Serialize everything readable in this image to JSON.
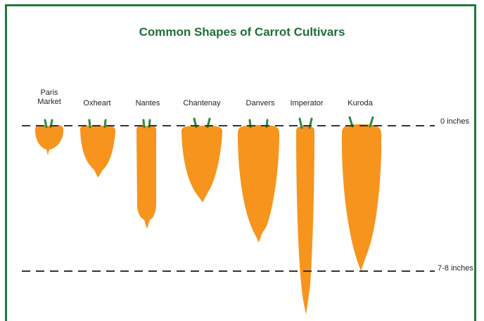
{
  "title": "Common Shapes of Carrot Cultivars",
  "cultivars": [
    {
      "name_line1": "Paris",
      "name_line2": "Market"
    },
    {
      "name_line1": "Oxheart",
      "name_line2": ""
    },
    {
      "name_line1": "Nantes",
      "name_line2": ""
    },
    {
      "name_line1": "Chantenay",
      "name_line2": ""
    },
    {
      "name_line1": "Danvers",
      "name_line2": ""
    },
    {
      "name_line1": "Imperator",
      "name_line2": ""
    },
    {
      "name_line1": "Kuroda",
      "name_line2": ""
    }
  ],
  "depth_labels": {
    "top": "0 inches",
    "bottom": "7-8 inches"
  },
  "colors": {
    "frame": "#1f7a3a",
    "title": "#1f6e3a",
    "carrot": "#f7941d",
    "stem": "#2a8a3e",
    "dash": "#333333"
  }
}
